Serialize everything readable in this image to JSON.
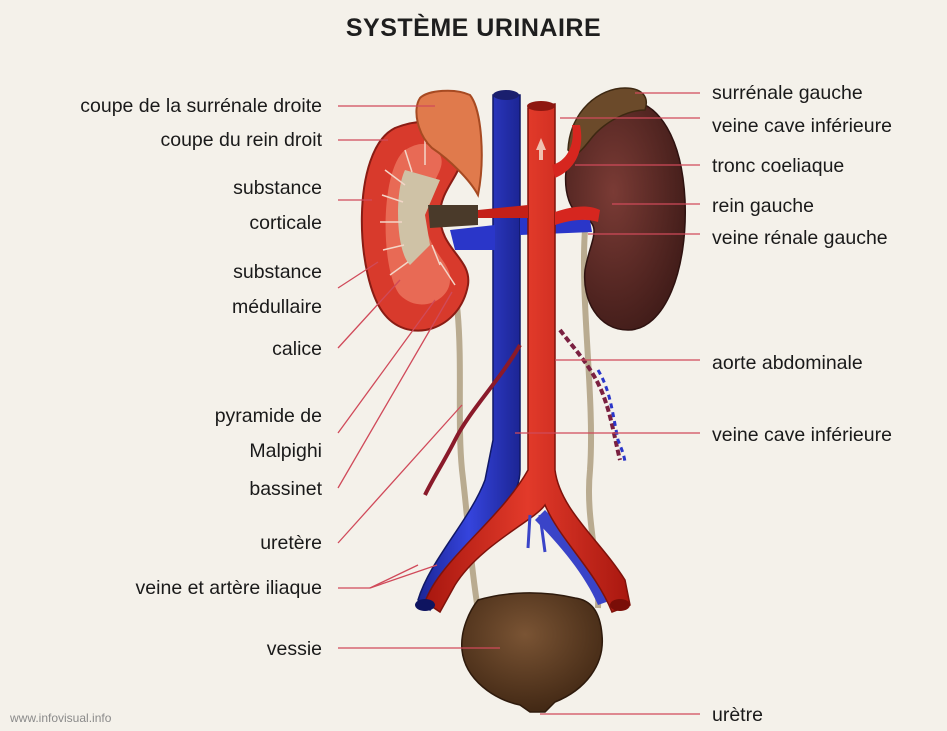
{
  "title": "SYSTÈME URINAIRE",
  "credit": "www.infovisual.info",
  "colors": {
    "vein": "#2a36c9",
    "artery": "#d6261f",
    "kidney_right_cortex": "#d83a2c",
    "kidney_left": "#5a2a26",
    "bladder": "#5b3a22",
    "leader_line": "#d04a5a",
    "background": "#f4f1ea"
  },
  "labels_left": [
    "coupe de la surrénale droite",
    "coupe du rein droit",
    "substance",
    "corticale",
    "substance",
    "médullaire",
    "calice",
    "pyramide de",
    "Malpighi",
    "bassinet",
    "uretère",
    "veine et artère iliaque",
    "vessie"
  ],
  "labels_right": [
    "surrénale gauche",
    "veine cave inférieure",
    "tronc coeliaque",
    "rein gauche",
    "veine rénale gauche",
    "aorte abdominale",
    "veine cave inférieure",
    "urètre"
  ]
}
